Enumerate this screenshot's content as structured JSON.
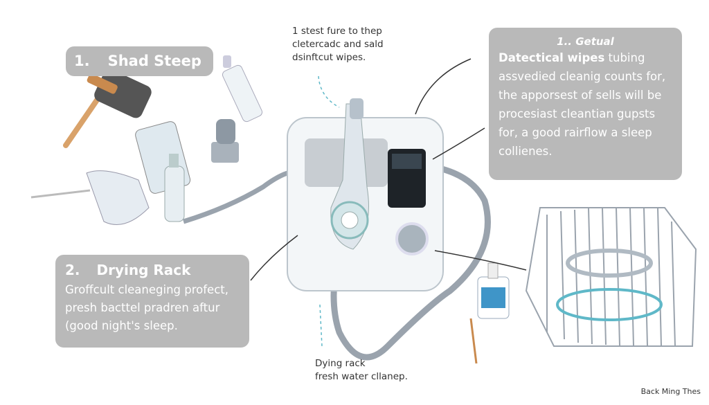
{
  "labels": {
    "shad_steep": {
      "number": "1.",
      "title": "Shad Steep"
    },
    "drying_rack": {
      "number": "2.",
      "title": "Drying Rack",
      "body": [
        "Groffcult cleaneging profect,",
        "presh bacttel pradren aftur",
        "(good night's sleep."
      ]
    },
    "getual": {
      "heading": "1.. Getual",
      "bold_lead": "Datectical wipes",
      "lead_rest": " tubing",
      "body": [
        "assvedied cleanig counts for,",
        "the apporsest of sells will be",
        "procesiast cleantian gupsts",
        "for, a good rairflow a sleep",
        "collienes."
      ]
    }
  },
  "notes": {
    "top": [
      "1 stest fure to thep",
      "cletercadc and sald",
      "dsinftcut wipes."
    ],
    "bottom": [
      "Dying rack",
      "fresh water cllanep."
    ]
  },
  "footer": "Back Ming Thes",
  "colors": {
    "label_bg": "#b9b9b9",
    "accent": "#5fb8c8"
  }
}
